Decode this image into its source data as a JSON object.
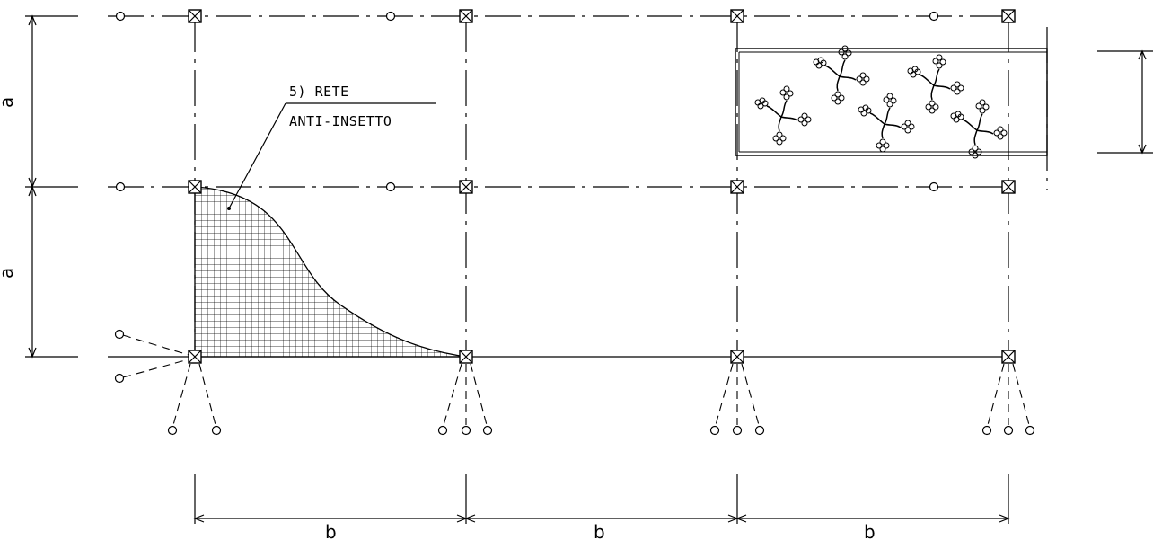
{
  "annotation": {
    "line1": "5) RETE",
    "line2": "ANTI-INSETTO"
  },
  "dimensions": {
    "vertical_label_top": "a",
    "vertical_label_bottom": "a",
    "horizontal_labels": [
      "b",
      "b",
      "b"
    ]
  },
  "legend_symbols": {
    "post": "boxed-x-post-icon",
    "sprinkler": "small-circle-icon"
  }
}
